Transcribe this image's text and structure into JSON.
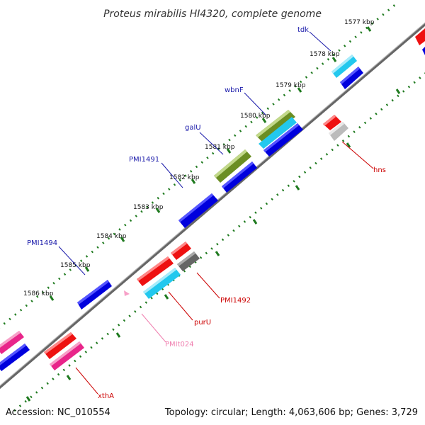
{
  "title": "Proteus mirabilis HI4320, complete genome",
  "footer": {
    "accession": "Accession: NC_010554",
    "topology": "Topology: circular; Length: 4,063,606 bp; Genes: 3,729"
  },
  "ticks": [
    "1577 kbp",
    "1578 kbp",
    "1579 kbp",
    "1580 kbp",
    "1581 kbp",
    "1582 kbp",
    "1583 kbp",
    "1584 kbp",
    "1585 kbp",
    "1586 kbp"
  ],
  "genes": {
    "tdk": "tdk",
    "wbnF": "wbnF",
    "galU": "galU",
    "PMI1491": "PMI1491",
    "PMI1494": "PMI1494",
    "hns": "hns",
    "PMI1492": "PMI1492",
    "purU": "purU",
    "PMIt024": "PMIt024",
    "xthA": "xthA"
  },
  "colors": {
    "forward_label": "#1a1aaa",
    "reverse_label": "#cc0000",
    "trna_label": "#f080b0",
    "backbone": "#777777",
    "dotted_ring": "#1f7a1f",
    "blue": "#0000dd",
    "cyan": "#22c8ee",
    "olive": "#6b8e23",
    "red": "#ee1111",
    "magenta": "#e8258a",
    "gray": "#666666",
    "lightgray": "#bbbbbb",
    "pink": "#f7a0c8"
  }
}
